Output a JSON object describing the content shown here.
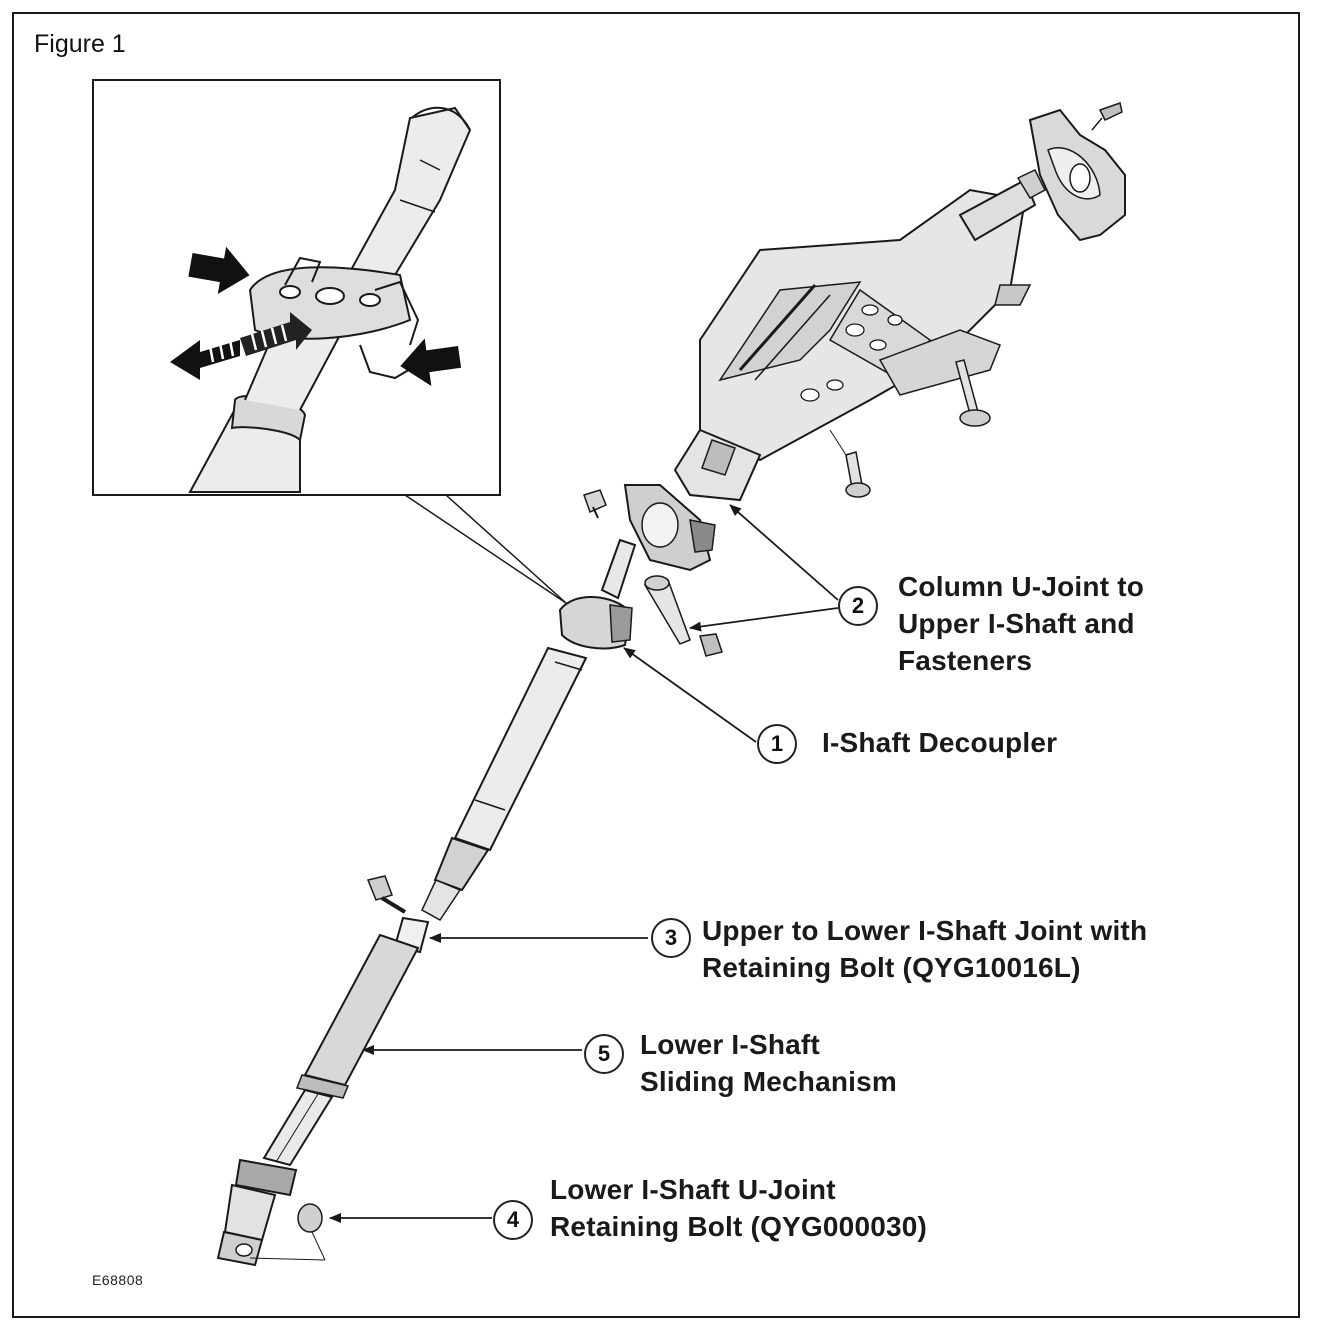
{
  "figure": {
    "title": "Figure 1",
    "image_id": "E68808"
  },
  "callouts": [
    {
      "number": "2",
      "lines": [
        "Column U-Joint to",
        "Upper I-Shaft and",
        "Fasteners"
      ]
    },
    {
      "number": "1",
      "lines": [
        "I-Shaft Decoupler"
      ]
    },
    {
      "number": "3",
      "lines": [
        "Upper to Lower I-Shaft Joint with",
        "Retaining Bolt (QYG10016L)"
      ]
    },
    {
      "number": "5",
      "lines": [
        "Lower I-Shaft",
        "Sliding Mechanism"
      ]
    },
    {
      "number": "4",
      "lines": [
        "Lower I-Shaft U-Joint",
        "Retaining Bolt (QYG000030)"
      ]
    }
  ],
  "colors": {
    "line": "#1a1a1a",
    "fill_light": "#ededed",
    "fill_mid": "#cfcfcf",
    "fill_dark": "#8a8a8a"
  }
}
